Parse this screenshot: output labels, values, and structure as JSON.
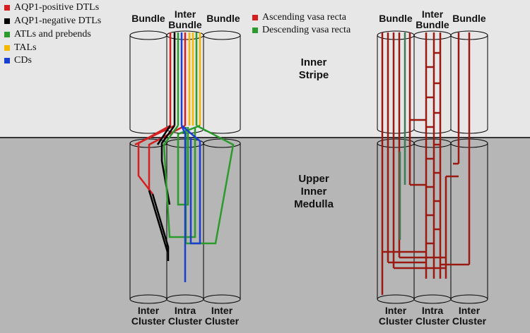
{
  "legend_left": [
    {
      "label": "AQP1-positive DTLs",
      "color": "#d42020"
    },
    {
      "label": "AQP1-negative DTLs",
      "color": "#000000"
    },
    {
      "label": "ATLs and prebends",
      "color": "#2c9a2c"
    },
    {
      "label": "TALs",
      "color": "#f5b800"
    },
    {
      "label": "CDs",
      "color": "#1a3fd0"
    }
  ],
  "legend_right": [
    {
      "label": "Ascending vasa recta",
      "color": "#d42020"
    },
    {
      "label": "Descending vasa recta",
      "color": "#2c9a2c"
    }
  ],
  "region_inner_stripe": {
    "line1": "Inner",
    "line2": "Stripe"
  },
  "region_upper_inner_medulla": {
    "line1": "Upper",
    "line2": "Inner",
    "line3": "Medulla"
  },
  "left_panel": {
    "top_labels": {
      "bundle_left": "Bundle",
      "inter_bundle_1": "Inter",
      "inter_bundle_2": "Bundle",
      "bundle_right": "Bundle"
    },
    "bottom_labels": {
      "left_1": "Inter",
      "left_2": "Cluster",
      "mid_1": "Intra",
      "mid_2": "Cluster",
      "right_1": "Inter",
      "right_2": "Cluster"
    }
  },
  "right_panel": {
    "top_labels": {
      "bundle_left": "Bundle",
      "inter_bundle_1": "Inter",
      "inter_bundle_2": "Bundle",
      "bundle_right": "Bundle"
    },
    "bottom_labels": {
      "left_1": "Inter",
      "left_2": "Cluster",
      "mid_1": "Intra",
      "mid_2": "Cluster",
      "right_1": "Inter",
      "right_2": "Cluster"
    }
  },
  "colors": {
    "upper_band": "#e7e7e7",
    "lower_band": "#b6b6b6",
    "vasa_recta_ascending": "#9a1a12",
    "vasa_recta_descending": "#3e7a55"
  }
}
